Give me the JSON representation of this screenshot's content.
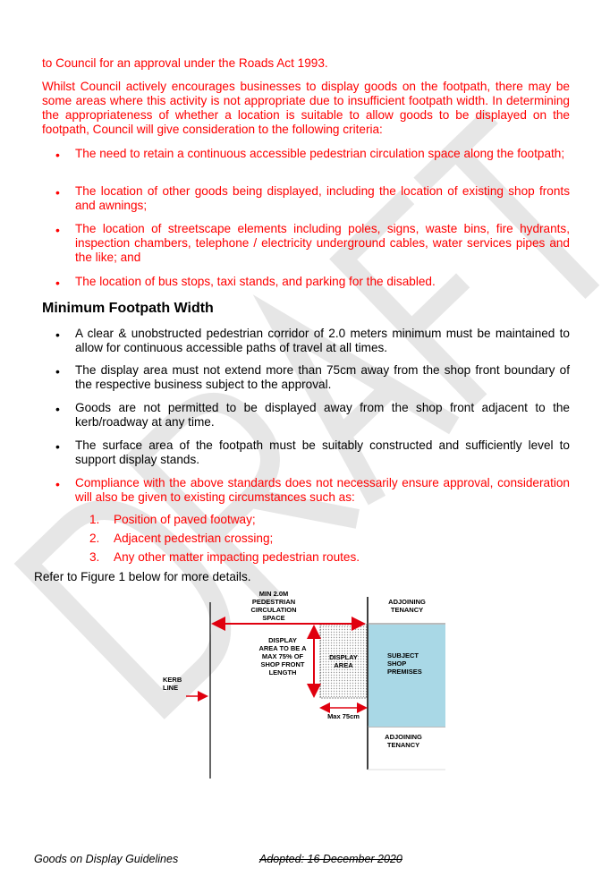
{
  "body": {
    "intro_line": "to Council for an approval under the Roads Act 1993.",
    "paragraph": "Whilst Council actively encourages businesses to display goods on the footpath, there may be some areas where this activity is not appropriate due to insufficient footpath width. In determining the appropriateness of whether a location is suitable to allow goods to be displayed on the footpath, Council will give consideration to the following criteria:",
    "criteria": [
      "The need to retain a continuous accessible pedestrian circulation space along the footpath;",
      "The location of other goods being displayed, including the location of existing shop fronts and awnings;",
      "The location of streetscape elements including poles, signs, waste bins, fire hydrants, inspection chambers, telephone / electricity underground cables, water services pipes and the like; and",
      "The location of bus stops, taxi stands, and parking for the disabled."
    ],
    "heading": "Minimum Footpath Width",
    "requirements": [
      "A clear & unobstructed pedestrian corridor of 2.0 meters minimum must be maintained to allow for continuous accessible paths of travel at all times.",
      "The display area must not extend more than 75cm away from the shop front boundary of the respective business subject to the approval.",
      "Goods are not permitted to be displayed away from the shop front adjacent to the kerb/roadway at any time.",
      "The surface area of the footpath must be suitably constructed and sufficiently level to support display stands.",
      "Compliance with the above standards does not necessarily ensure approval, consideration will also be given to existing circumstances such as:"
    ],
    "circumstances": [
      {
        "num": "1.",
        "text": "Position of paved footway;"
      },
      {
        "num": "2.",
        "text": "Adjacent pedestrian crossing;"
      },
      {
        "num": "3.",
        "text": "Any other matter impacting pedestrian routes."
      }
    ],
    "refer": "Refer to Figure 1 below for more details.",
    "bullet_glyph": "•"
  },
  "figure": {
    "min_width_label": [
      "MIN 2.0M",
      "PEDESTRIAN",
      "CIRCULATION",
      "SPACE"
    ],
    "adjoining_top": [
      "ADJOINING",
      "TENANCY"
    ],
    "display_note": [
      "DISPLAY",
      "AREA TO BE A",
      "MAX 75% OF",
      "SHOP FRONT",
      "LENGTH"
    ],
    "display_area": [
      "DISPLAY",
      "AREA"
    ],
    "subject_premises": [
      "SUBJECT",
      "SHOP",
      "PREMISES"
    ],
    "kerb_line": [
      "KERB",
      "LINE"
    ],
    "max_label": "Max 75cm",
    "adjoining_bottom": [
      "ADJOINING",
      "TENANCY"
    ]
  },
  "footer": {
    "title": "Goods on Display Guidelines",
    "adopted": "Adopted: 16 December 2020"
  },
  "colors": {
    "red_text": "#ff0000",
    "premises_fill": "#a9d8e6",
    "arrow_red": "#e0000f"
  }
}
